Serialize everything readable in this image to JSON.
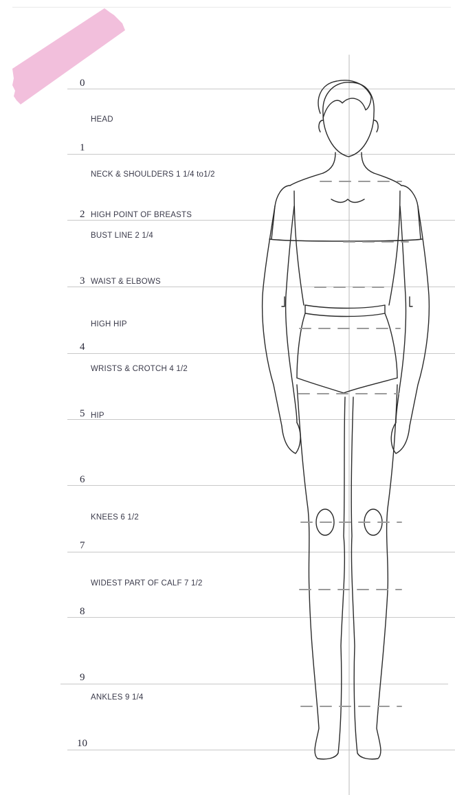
{
  "scale": {
    "marks": [
      "0",
      "1",
      "2",
      "3",
      "4",
      "5",
      "6",
      "7",
      "8",
      "9",
      "10"
    ]
  },
  "labels": {
    "head": "HEAD",
    "neck_shoulders": "NECK & SHOULDERS 1 1/4 to1/2",
    "high_point_breasts": "HIGH POINT OF BREASTS",
    "bust_line": "BUST LINE 2 1/4",
    "waist_elbows": "WAIST & ELBOWS",
    "high_hip": "HIGH HIP",
    "wrists_crotch": "WRISTS & CROTCH 4 1/2",
    "hip": "HIP",
    "knees": "KNEES 6 1/2",
    "widest_calf": "WIDEST PART OF CALF 7 1/2",
    "ankles": "ANKLES 9 1/4"
  },
  "colors": {
    "tape": "#f2bfdc",
    "rule": "#c8c8c8",
    "dash": "#9a9a9a",
    "ink": "#2a2a2a"
  }
}
